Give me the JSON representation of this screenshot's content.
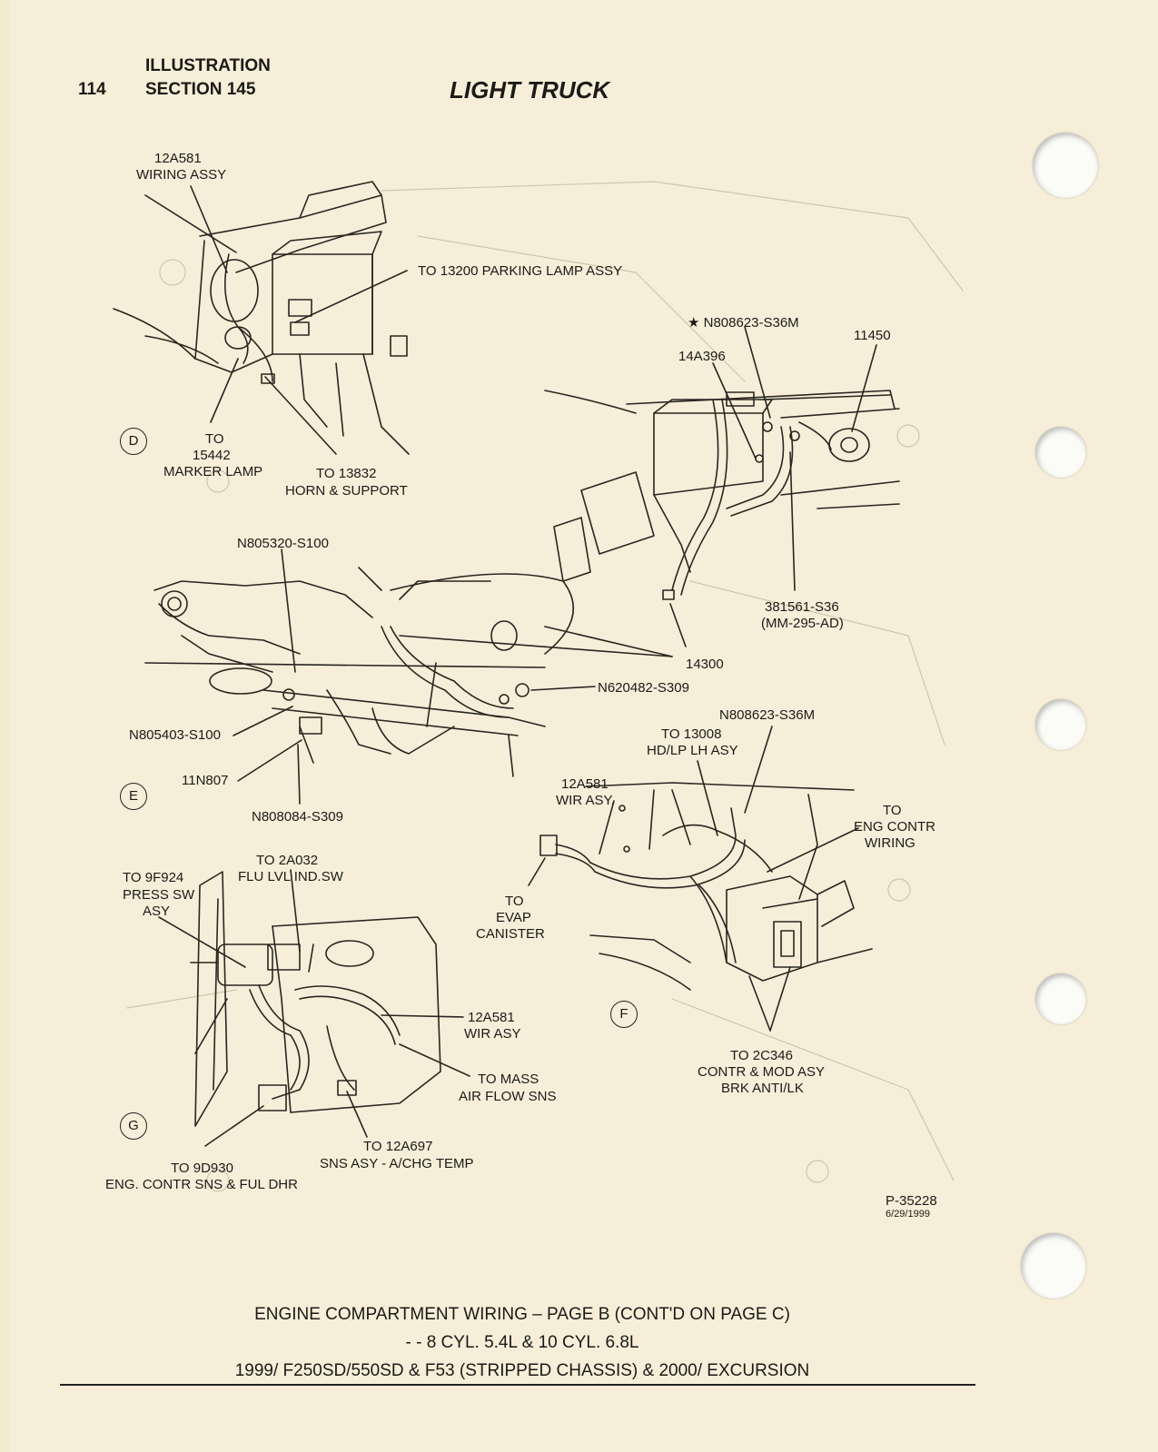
{
  "header": {
    "page_number": "114",
    "illustration": "ILLUSTRATION",
    "section": "SECTION 145",
    "title": "LIGHT TRUCK"
  },
  "views": {
    "d": {
      "marker": "D",
      "labels": [
        "12A581",
        "WIRING ASSY",
        "TO 13200 PARKING LAMP ASSY",
        "TO",
        "15442",
        "MARKER LAMP",
        "TO 13832",
        "HORN & SUPPORT"
      ]
    },
    "b": {
      "labels": [
        "★ N808623-S36M",
        "11450",
        "14A396",
        "381561-S36",
        "(MM-295-AD)",
        "14300"
      ]
    },
    "e": {
      "marker": "E",
      "labels": [
        "N805320-S100",
        "N620482-S309",
        "N805403-S100",
        "11N807",
        "N808084-S309"
      ]
    },
    "f": {
      "marker": "F",
      "labels": [
        "N808623-S36M",
        "TO 13008",
        "HD/LP LH ASY",
        "12A581",
        "WIR ASY.",
        "TO",
        "ENG CONTR",
        "WIRING",
        "TO",
        "EVAP",
        "CANISTER",
        "TO 2C346",
        "CONTR & MOD ASY",
        "BRK ANTI/LK"
      ]
    },
    "g": {
      "marker": "G",
      "labels": [
        "TO 2A032",
        "FLU LVL IND.SW",
        "TO 9F924",
        "PRESS SW",
        "ASY",
        "12A581",
        "WIR ASY",
        "TO MASS",
        "AIR FLOW SNS",
        "TO 12A697",
        "SNS ASY - A/CHG TEMP",
        "TO 9D930",
        "ENG. CONTR SNS & FUL DHR"
      ]
    }
  },
  "reference": {
    "code": "P-35228",
    "date": "6/29/1999"
  },
  "caption": {
    "line1": "ENGINE COMPARTMENT WIRING – PAGE B (CONT'D ON PAGE C)",
    "line2": "- - 8 CYL. 5.4L & 10 CYL. 6.8L",
    "line3": "1999/ F250SD/550SD & F53 (STRIPPED CHASSIS) & 2000/ EXCURSION"
  }
}
